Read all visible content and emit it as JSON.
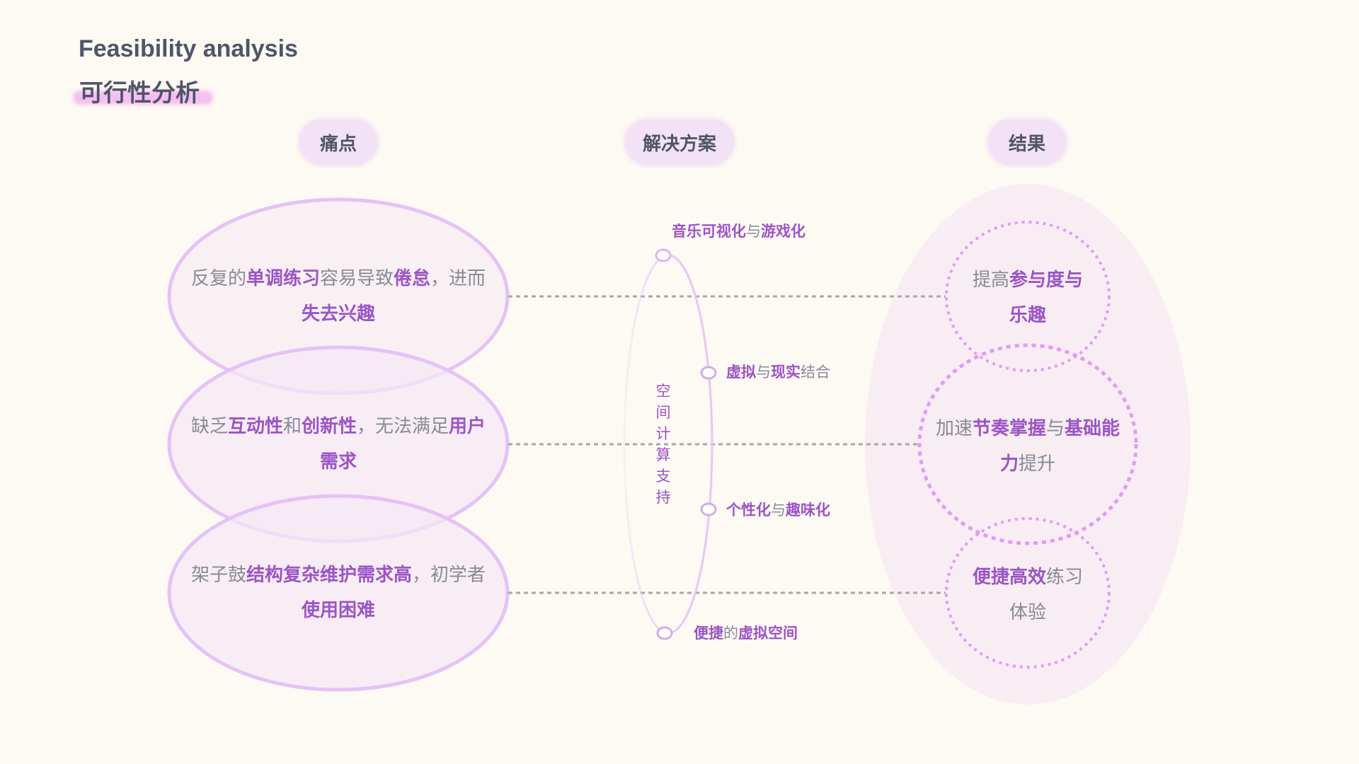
{
  "header": {
    "title_en": "Feasibility analysis",
    "title_cn": "可行性分析"
  },
  "columns": {
    "pain": "痛点",
    "solution": "解决方案",
    "result": "结果"
  },
  "pain_points": [
    [
      {
        "t": "反复的",
        "hl": false
      },
      {
        "t": "单调练习",
        "hl": true
      },
      {
        "t": "容易导致",
        "hl": false
      },
      {
        "t": "倦怠",
        "hl": true
      },
      {
        "t": "，进而",
        "hl": false
      },
      {
        "t": "失去兴趣",
        "hl": true
      }
    ],
    [
      {
        "t": "缺乏",
        "hl": false
      },
      {
        "t": "互动性",
        "hl": true
      },
      {
        "t": "和",
        "hl": false
      },
      {
        "t": "创新性",
        "hl": true
      },
      {
        "t": "，无法满足",
        "hl": false
      },
      {
        "t": "用户需求",
        "hl": true
      }
    ],
    [
      {
        "t": "架子鼓",
        "hl": false
      },
      {
        "t": "结构复杂维护需求高",
        "hl": true
      },
      {
        "t": "，初学者",
        "hl": false
      },
      {
        "t": "使用困难",
        "hl": true
      }
    ]
  ],
  "solution": {
    "center_label": "空间计算支持",
    "nodes": [
      [
        {
          "t": "音乐可视化",
          "hl": true
        },
        {
          "t": "与",
          "hl": false
        },
        {
          "t": "游戏化",
          "hl": true
        }
      ],
      [
        {
          "t": "虚拟",
          "hl": true
        },
        {
          "t": "与",
          "hl": false
        },
        {
          "t": "现实",
          "hl": true
        },
        {
          "t": "结合",
          "hl": false
        }
      ],
      [
        {
          "t": "个性化",
          "hl": true
        },
        {
          "t": "与",
          "hl": false
        },
        {
          "t": "趣味化",
          "hl": true
        }
      ],
      [
        {
          "t": "便捷",
          "hl": true
        },
        {
          "t": "的",
          "hl": false
        },
        {
          "t": "虚拟空间",
          "hl": true
        }
      ]
    ]
  },
  "results": [
    [
      {
        "t": "提高",
        "hl": false
      },
      {
        "t": "参与度与乐趣",
        "hl": true
      }
    ],
    [
      {
        "t": "加速",
        "hl": false
      },
      {
        "t": "节奏掌握",
        "hl": true
      },
      {
        "t": "与",
        "hl": false
      },
      {
        "t": "基础能力",
        "hl": true
      },
      {
        "t": "提升",
        "hl": false
      }
    ],
    [
      {
        "t": "便捷高效",
        "hl": true
      },
      {
        "t": "练习体验",
        "hl": false
      }
    ]
  ],
  "colors": {
    "accent": "#9b55c6",
    "stroke": "#e5c2f7",
    "dotted": "#e39af7",
    "text": "#888a98",
    "background": "#fdf9f3"
  }
}
